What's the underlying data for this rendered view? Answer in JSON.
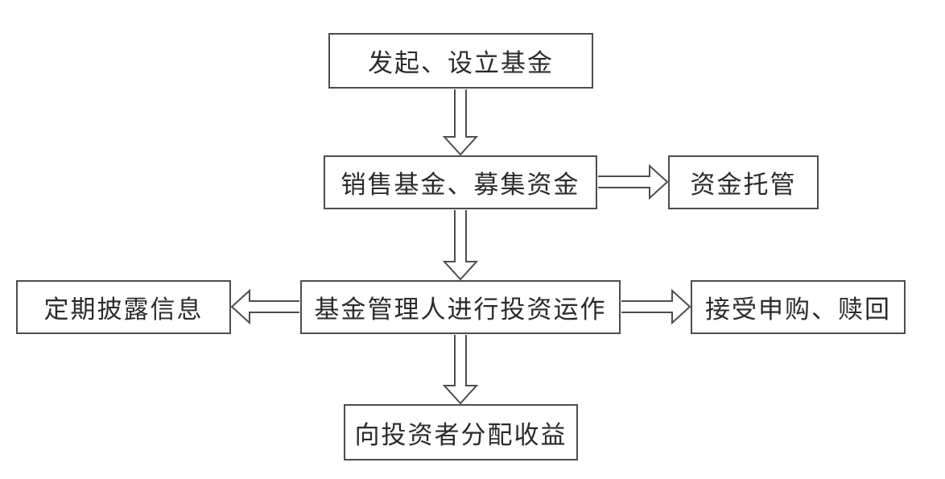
{
  "diagram": {
    "type": "flowchart",
    "nodes": {
      "initiate": {
        "label": "发起、设立基金"
      },
      "sell": {
        "label": "销售基金、募集资金"
      },
      "custody": {
        "label": "资金托管"
      },
      "disclose": {
        "label": "定期披露信息"
      },
      "manage": {
        "label": "基金管理人进行投资运作"
      },
      "redeem": {
        "label": "接受申购、赎回"
      },
      "distribute": {
        "label": "向投资者分配收益"
      }
    },
    "edges": [
      {
        "from": "initiate",
        "to": "sell",
        "direction": "down"
      },
      {
        "from": "sell",
        "to": "custody",
        "direction": "right"
      },
      {
        "from": "sell",
        "to": "manage",
        "direction": "down"
      },
      {
        "from": "manage",
        "to": "disclose",
        "direction": "left"
      },
      {
        "from": "manage",
        "to": "redeem",
        "direction": "right"
      },
      {
        "from": "manage",
        "to": "distribute",
        "direction": "down"
      }
    ],
    "colors": {
      "background": "#ffffff",
      "box_border": "#4d4d4d",
      "box_fill": "#ffffff",
      "arrow_outline": "#4d4d4d",
      "text": "#2b2b2b"
    },
    "arrow_style": "hollow-block-arrow"
  }
}
